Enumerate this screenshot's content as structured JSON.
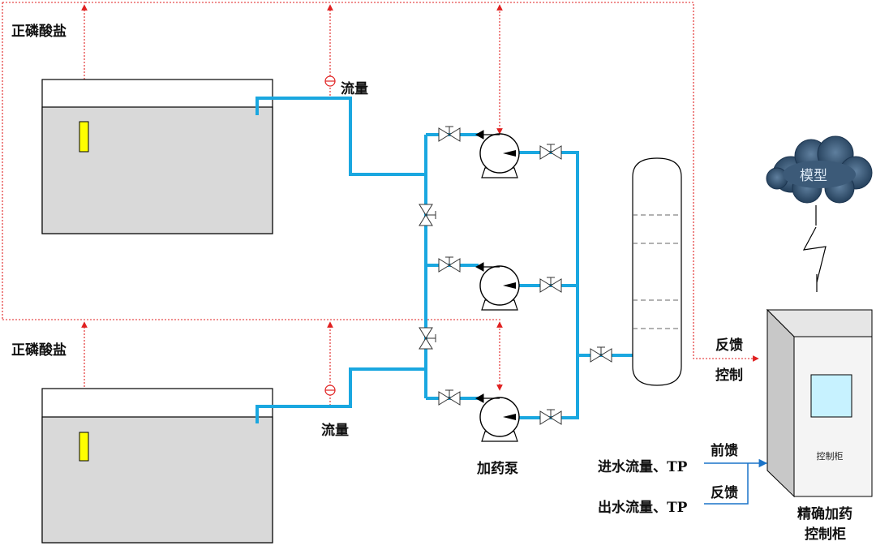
{
  "labels": {
    "tank_top": "正磷酸盐",
    "tank_bottom": "正磷酸盐",
    "flow_top": "流量",
    "flow_bottom": "流量",
    "pump": "加药泵",
    "feedback_control_1": "反馈",
    "feedback_control_2": "控制",
    "model": "模型",
    "cabinet_inner": "控制柜",
    "feedforward": "前馈",
    "feedback": "反馈",
    "inflow": "进水流量、TP",
    "outflow": "出水流量、TP",
    "cabinet_title_1": "精确加药",
    "cabinet_title_2": "控制柜"
  },
  "colors": {
    "pipe": "#1aa7e0",
    "signal": "#e02020",
    "tank_fill": "#d9d9d9",
    "sensor": "#ffff00",
    "cloud": "#2a4a68",
    "cabinet_screen": "#c7f2ff",
    "feed_signal": "#1a73c8"
  }
}
